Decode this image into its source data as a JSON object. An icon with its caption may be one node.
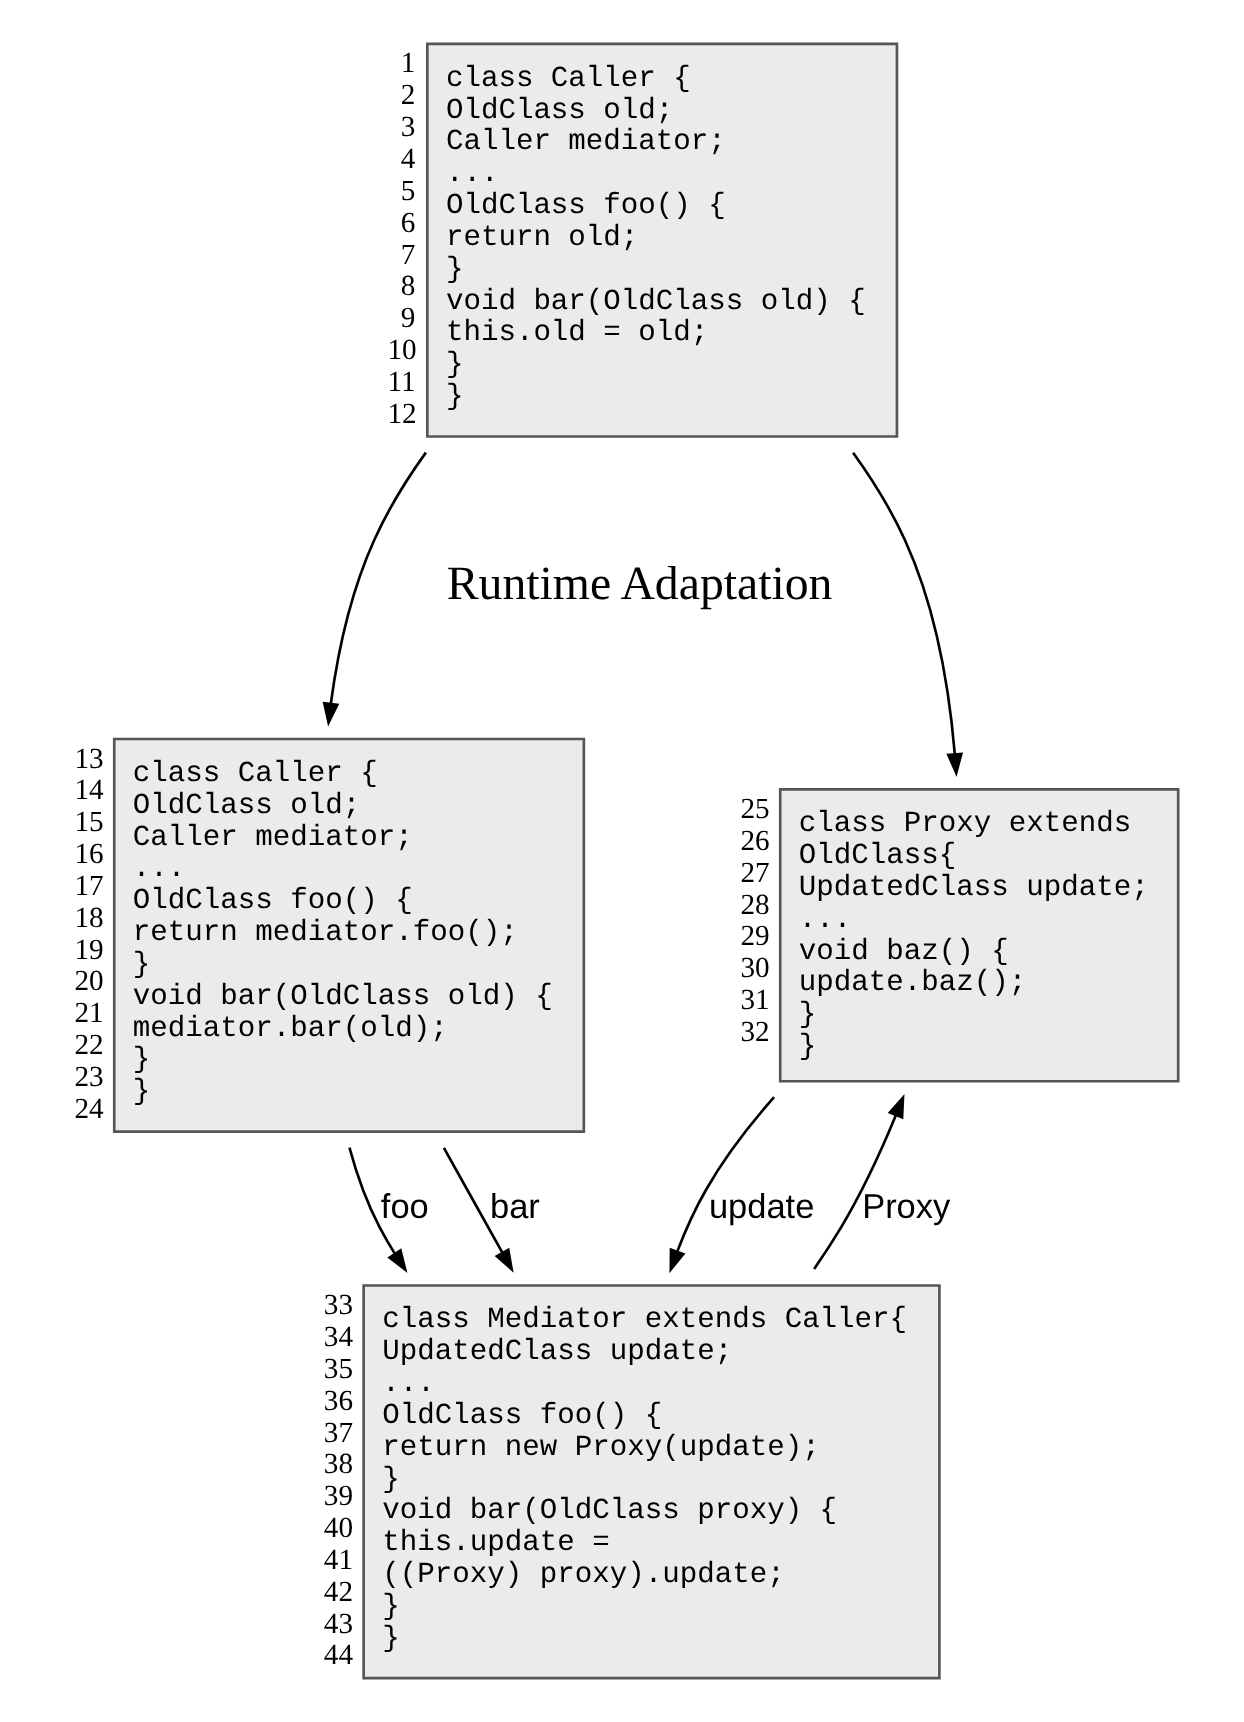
{
  "diagram": {
    "nodes": [
      {
        "text": [
          "class Caller {",
          "OldClass old;",
          "Caller mediator;",
          "...",
          "OldClass foo() {",
          "return old;",
          "}",
          "void bar(OldClass old) {",
          "this.old = old;",
          "}",
          "}"
        ],
        "beside": [
          "1",
          "2",
          "3",
          "4",
          "5",
          "6",
          "7",
          "8",
          "9",
          "10",
          "11",
          "12"
        ]
      },
      {
        "text": [
          "class Caller {",
          "OldClass old;",
          "Caller mediator;",
          "...",
          "OldClass foo() {",
          "return mediator.foo();",
          "}",
          "void bar(OldClass old) {",
          "mediator.bar(old);",
          "}",
          "}"
        ],
        "beside": [
          "13",
          "14",
          "15",
          "16",
          "17",
          "18",
          "19",
          "20",
          "21",
          "22",
          "23",
          "24"
        ]
      },
      {
        "text": [
          "class Proxy extends",
          "OldClass{",
          "UpdatedClass update;",
          "...",
          "void baz() {",
          "update.baz();",
          "}",
          "}"
        ],
        "beside": [
          "25",
          "26",
          "27",
          "28",
          "29",
          "30",
          "31",
          "32"
        ]
      },
      {
        "text": [
          "class Mediator extends Caller{",
          "UpdatedClass update;",
          "...",
          "OldClass foo() {",
          "return new Proxy(update);",
          "}",
          "void bar(OldClass proxy) {",
          "this.update =",
          "((Proxy) proxy).update;",
          "}",
          "}"
        ],
        "beside": [
          "33",
          "34",
          "35",
          "36",
          "37",
          "38",
          "39",
          "40",
          "41",
          "42",
          "43",
          "44"
        ]
      }
    ],
    "edges": [
      {
        "from": 0,
        "to": 1,
        "arrow": "to"
      },
      {
        "from": 0,
        "to": 2,
        "arrow": "to"
      },
      {
        "from": 1,
        "to": 3,
        "label": "foo",
        "arrow": "to"
      },
      {
        "from": 1,
        "to": 3,
        "label": "bar",
        "arrow": "to"
      },
      {
        "from": 3,
        "to": 2,
        "label": "Proxy",
        "arrow": "to"
      },
      {
        "from": 2,
        "to": 3,
        "label": "update",
        "arrow": "to"
      }
    ],
    "labels": [
      "Runtime Adaptation"
    ]
  }
}
